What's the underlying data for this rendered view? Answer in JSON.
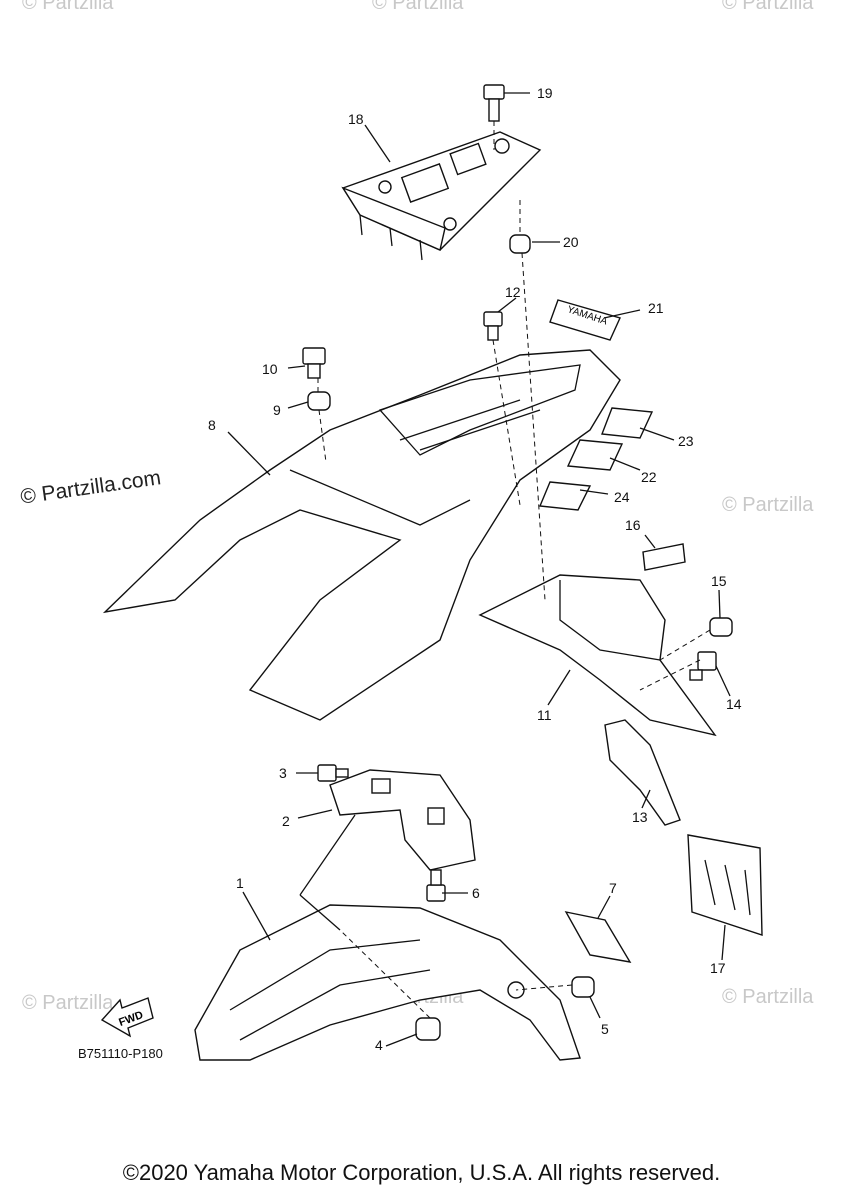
{
  "watermarks": {
    "main": "© Partzilla.com",
    "faint": "© Partzilla"
  },
  "fwd_label": "FWD",
  "decal_text": "YAMAHA",
  "part_code": "B751110-P180",
  "copyright": "©2020 Yamaha Motor Corporation, U.S.A. All rights reserved.",
  "callouts": [
    "1",
    "2",
    "3",
    "4",
    "5",
    "6",
    "7",
    "8",
    "9",
    "10",
    "11",
    "12",
    "13",
    "14",
    "15",
    "16",
    "17",
    "18",
    "19",
    "20",
    "21",
    "22",
    "23",
    "24"
  ]
}
